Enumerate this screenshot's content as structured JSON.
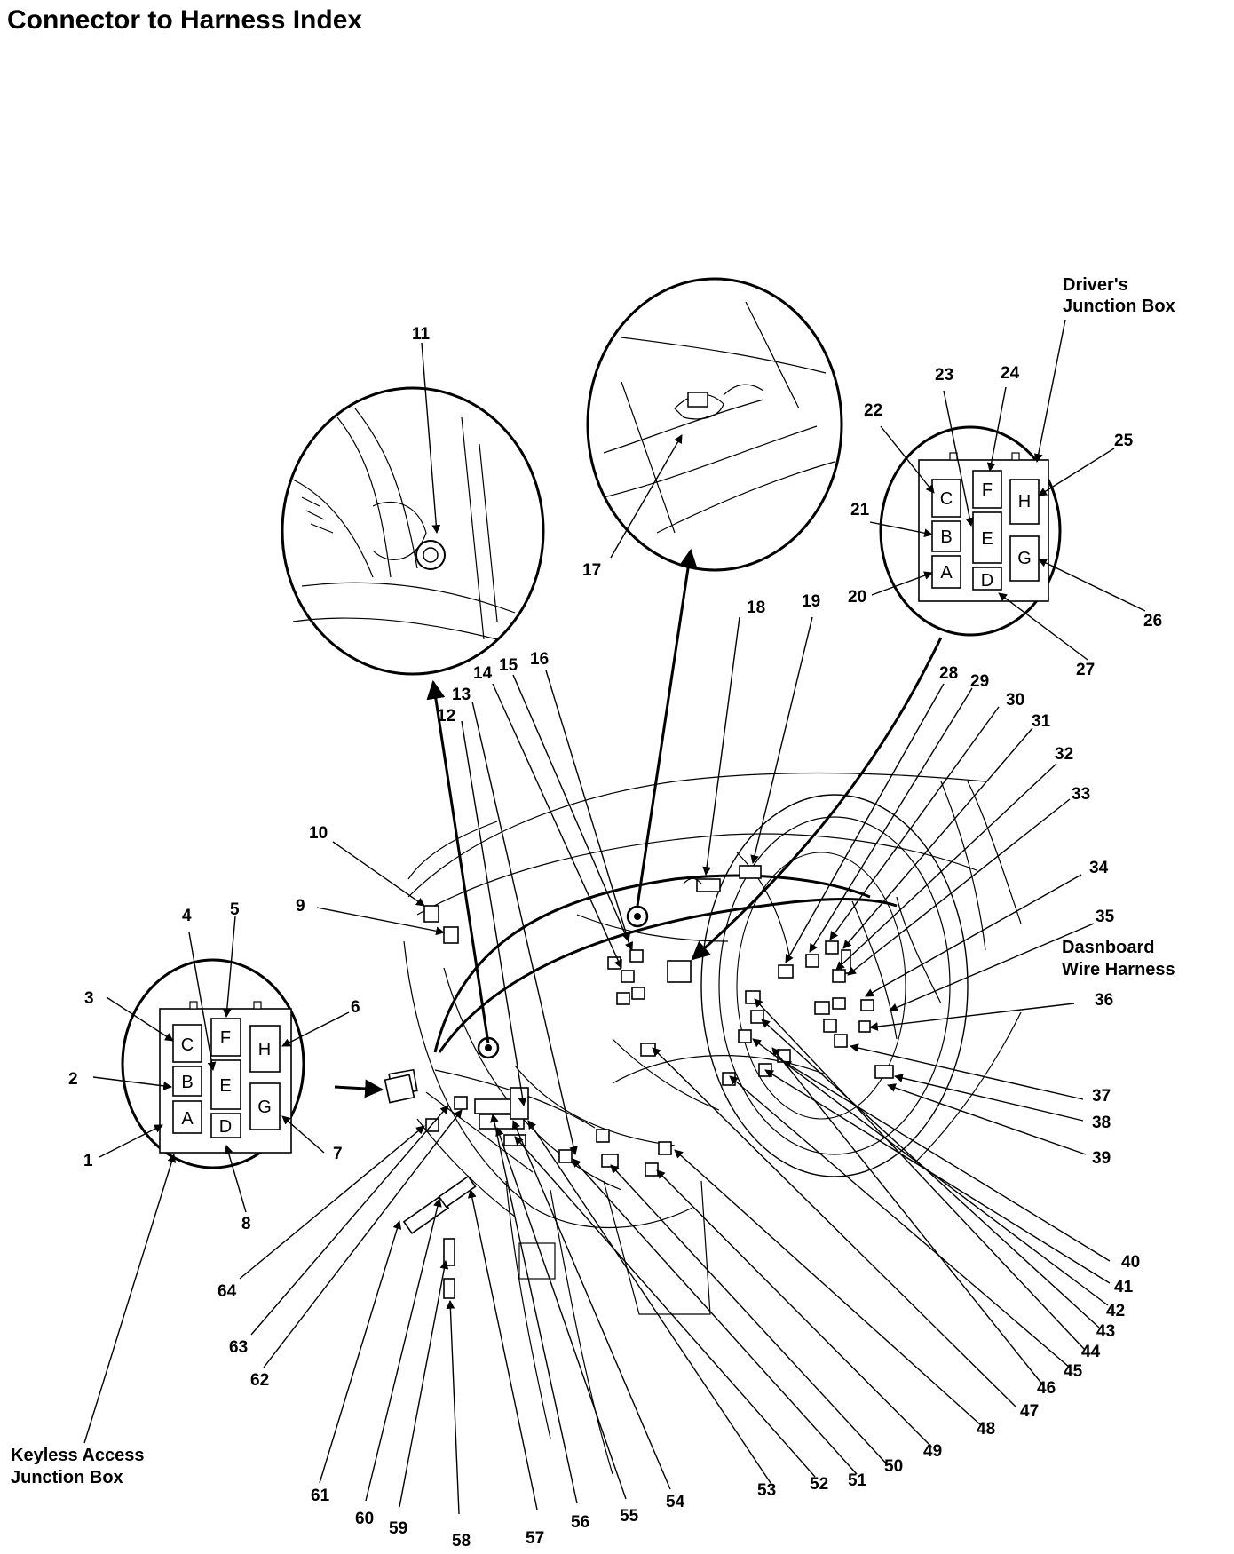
{
  "title": "Connector to Harness Index",
  "captions": {
    "drivers_jb": [
      "Driver's",
      "Junction Box"
    ],
    "dashboard_harness": [
      "Dasnboard",
      "Wire Harness"
    ],
    "keyless_jb": [
      "Keyless Access",
      "Junction Box"
    ]
  },
  "box_letters": [
    "A",
    "B",
    "C",
    "D",
    "E",
    "F",
    "G",
    "H"
  ],
  "callouts": [
    "1",
    "2",
    "3",
    "4",
    "5",
    "6",
    "7",
    "8",
    "9",
    "10",
    "11",
    "12",
    "13",
    "14",
    "15",
    "16",
    "17",
    "18",
    "19",
    "20",
    "21",
    "22",
    "23",
    "24",
    "25",
    "26",
    "27",
    "28",
    "29",
    "30",
    "31",
    "32",
    "33",
    "34",
    "35",
    "36",
    "37",
    "38",
    "39",
    "40",
    "41",
    "42",
    "43",
    "44",
    "45",
    "46",
    "47",
    "48",
    "49",
    "50",
    "51",
    "52",
    "53",
    "54",
    "55",
    "56",
    "57",
    "58",
    "59",
    "60",
    "61",
    "62",
    "63",
    "64"
  ]
}
